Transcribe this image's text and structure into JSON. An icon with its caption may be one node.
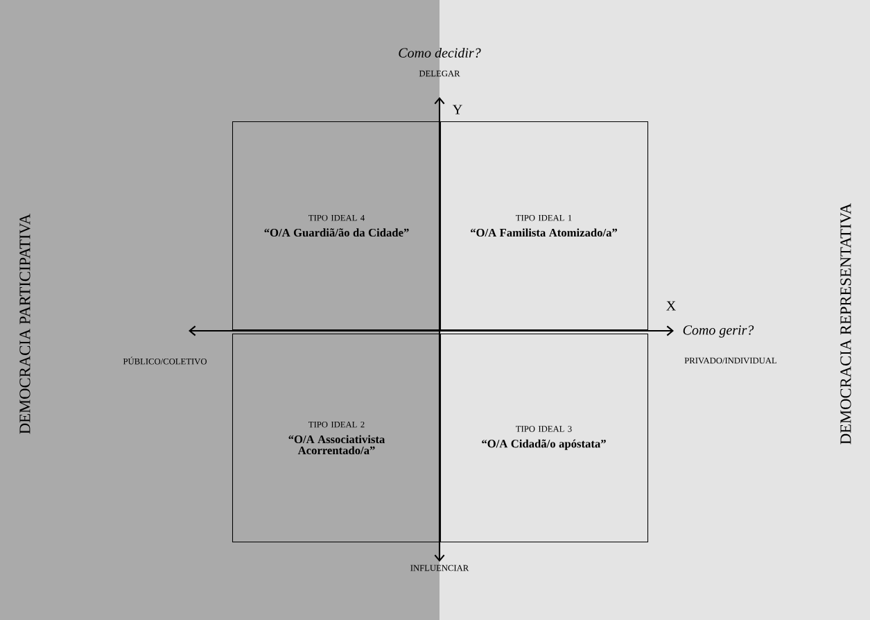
{
  "diagram": {
    "nodes": [
      {
        "text": [
          "TIPO IDEAL 4",
          "“O/A Guardiã/ão da Cidade”"
        ]
      },
      {
        "text": [
          "TIPO IDEAL 1",
          "“O/A Familista Atomizado/a”"
        ]
      },
      {
        "text": [
          "TIPO IDEAL 2",
          "“O/A Associativista Acorrentado/a”"
        ]
      },
      {
        "text": [
          "TIPO IDEAL 3",
          "“O/A Cidadã/o apóstata”"
        ]
      }
    ],
    "labels": [
      "Como decidir?",
      "DELEGAR",
      "Y",
      "DEMOCRACIA PARTICIPATIVA",
      "DEMOCRACIA REPRESENTATIVA",
      "X",
      "Como gerir?",
      "PÚBLICO/COLETIVO",
      "PRIVADO/INDIVIDUAL",
      "INFLUENCIAR"
    ]
  }
}
